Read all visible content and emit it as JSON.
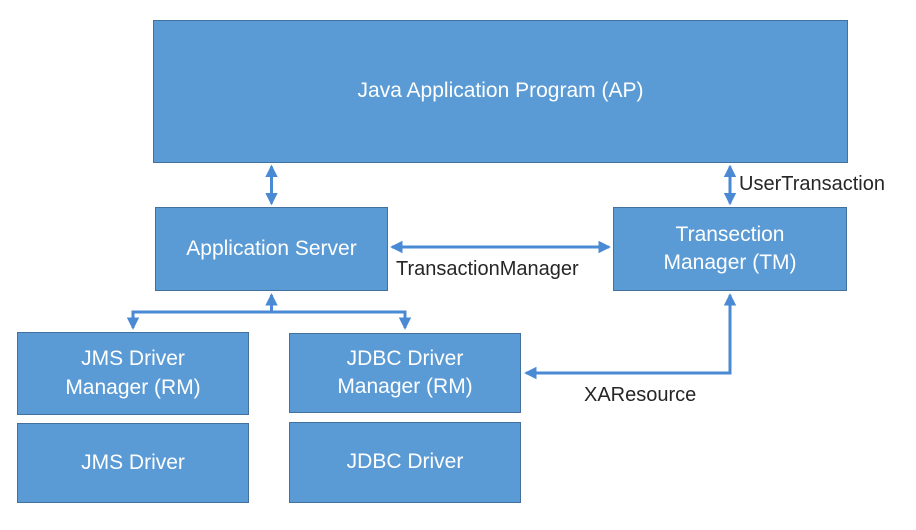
{
  "diagram": {
    "nodes": {
      "ap": {
        "label": "Java Application Program (AP)"
      },
      "app_server": {
        "label": "Application Server"
      },
      "tm": {
        "label": "Transection\nManager (TM)"
      },
      "jms_dm": {
        "label": "JMS Driver\nManager (RM)"
      },
      "jdbc_dm": {
        "label": "JDBC Driver\nManager (RM)"
      },
      "jms_driver": {
        "label": "JMS Driver"
      },
      "jdbc_driver": {
        "label": "JDBC Driver"
      }
    },
    "edges": [
      {
        "from": "ap",
        "to": "app_server",
        "type": "bidirectional",
        "label": ""
      },
      {
        "from": "ap",
        "to": "tm",
        "type": "bidirectional",
        "label": "UserTransaction"
      },
      {
        "from": "app_server",
        "to": "tm",
        "type": "bidirectional",
        "label": "TransactionManager"
      },
      {
        "from": "app_server",
        "to": [
          "jms_dm",
          "jdbc_dm"
        ],
        "type": "branch-bidirectional",
        "label": ""
      },
      {
        "from": "tm",
        "to": "jdbc_dm",
        "type": "bidirectional-elbow",
        "label": "XAResource"
      }
    ],
    "colors": {
      "node_fill": "#5b9bd5",
      "node_border": "#41719c",
      "arrow": "#4a89d4",
      "node_text": "#ffffff",
      "label_text": "#262626",
      "background": "#ffffff"
    }
  }
}
